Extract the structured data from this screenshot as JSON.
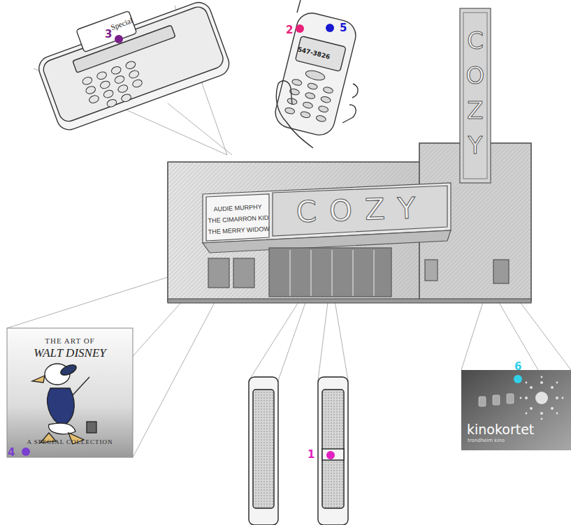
{
  "diagram": {
    "nodes": [
      {
        "text": [
          "Special"
        ]
      },
      {
        "text": [
          "547-3826"
        ]
      },
      {
        "text": [
          "AUDIE MURPHY",
          "THE CIMARRON KID",
          "THE MERRY WIDOW"
        ]
      },
      {
        "text": [
          "COZY"
        ]
      },
      {
        "text": [
          "COZY"
        ]
      },
      {
        "text": [
          "THE ART OF",
          "WALT DISNEY",
          "A SPECIAL COLLECTION"
        ]
      },
      {
        "text": [
          "kinokortet",
          "trondheim kino"
        ]
      }
    ],
    "labels": [
      "3",
      "2",
      "5",
      "4",
      "1",
      "6"
    ]
  }
}
